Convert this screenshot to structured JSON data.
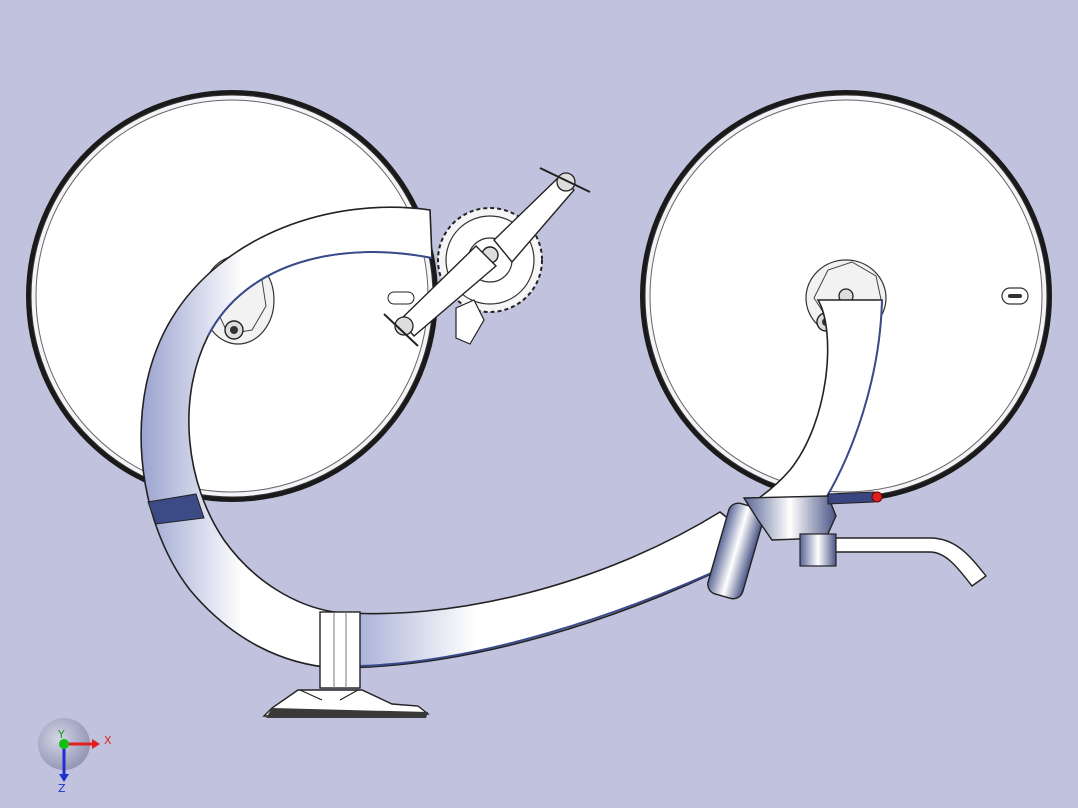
{
  "viewport": {
    "background": "#c0c2de",
    "model_fill": "#ffffff",
    "shade": "#b3b9d9",
    "edge": "#2a2a2a",
    "tire": "#1e1e1e",
    "accent_red": "#e02020"
  },
  "triad": {
    "x_label": "X",
    "y_label": "Y",
    "z_label": "Z",
    "x_color": "#e02020",
    "y_color": "#10c010",
    "z_color": "#2030d0"
  }
}
